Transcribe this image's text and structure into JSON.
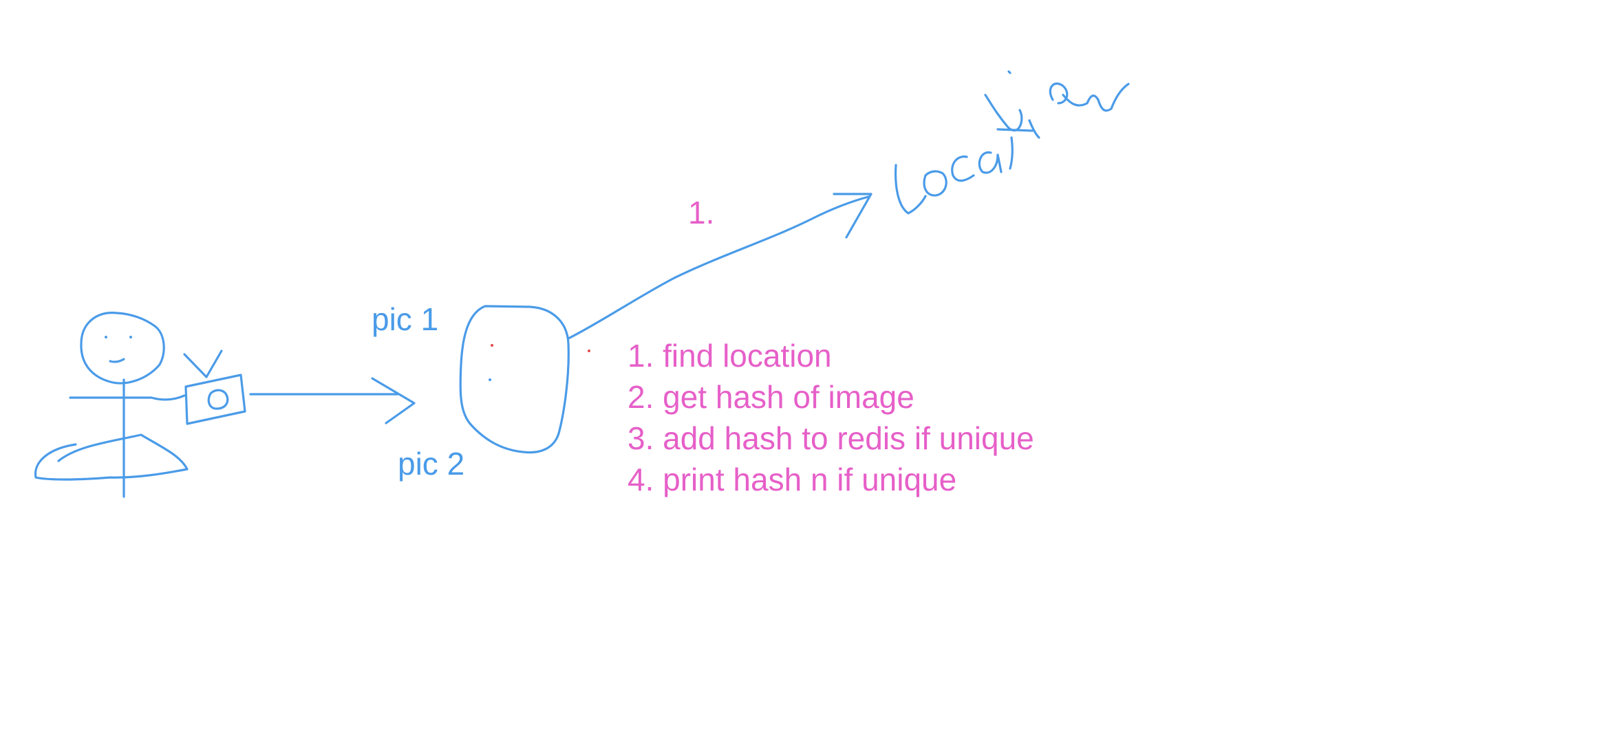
{
  "labels": {
    "pic1": "pic 1",
    "pic2": "pic 2",
    "arrow_step": "1.",
    "handwritten": "location"
  },
  "steps": [
    "1. find location",
    "2. get hash of image",
    "3. add hash to redis if unique",
    "4. print hash n if unique"
  ],
  "colors": {
    "sketch": "#4a9be8",
    "annotation": "#e65fc8",
    "background": "#ffffff"
  }
}
